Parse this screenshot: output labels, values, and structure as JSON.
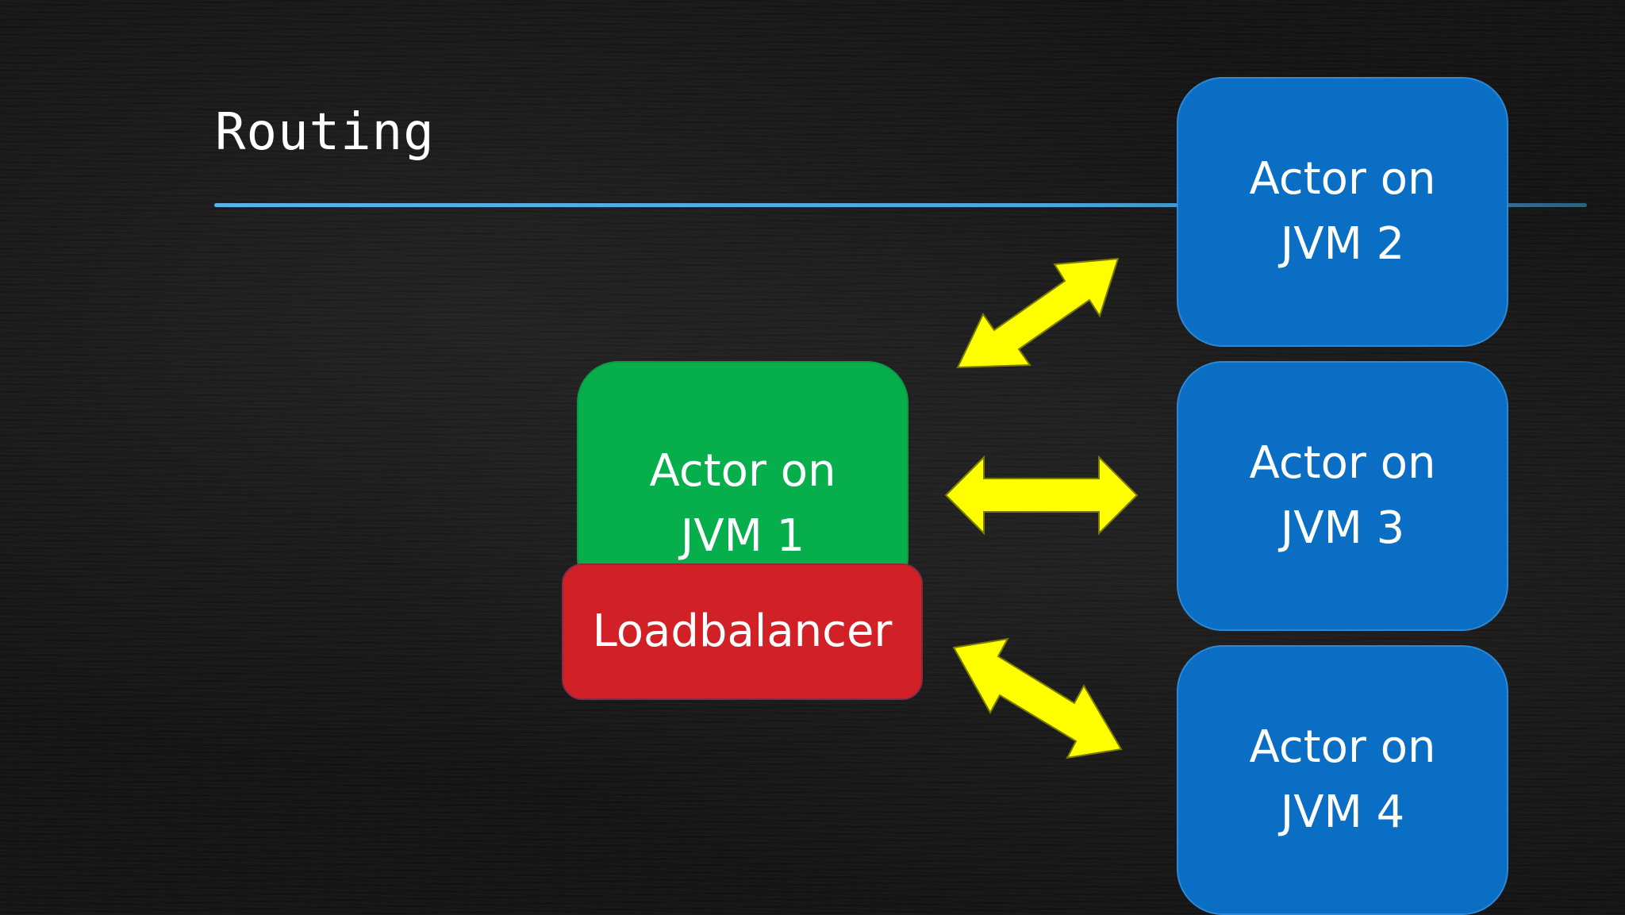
{
  "slide": {
    "title": "Routing"
  },
  "nodes": {
    "jvm1": {
      "label": "Actor on\nJVM 1",
      "color": "#07ae4c"
    },
    "loadbalancer": {
      "label": "Loadbalancer",
      "color": "#d12127"
    },
    "jvm2": {
      "label": "Actor on\nJVM 2",
      "color": "#0a6ec4"
    },
    "jvm3": {
      "label": "Actor on\nJVM 3",
      "color": "#0a6ec4"
    },
    "jvm4": {
      "label": "Actor on\nJVM 4",
      "color": "#0a6ec4"
    }
  },
  "edges": [
    {
      "from": "jvm1",
      "to": "jvm2",
      "style": "double-arrow",
      "color": "#ffff00"
    },
    {
      "from": "jvm1",
      "to": "jvm3",
      "style": "double-arrow",
      "color": "#ffff00"
    },
    {
      "from": "loadbalancer",
      "to": "jvm4",
      "style": "double-arrow",
      "color": "#ffff00"
    }
  ],
  "colors": {
    "background": "#161616",
    "rule": "#4aa8df",
    "arrow": "#ffff00"
  }
}
